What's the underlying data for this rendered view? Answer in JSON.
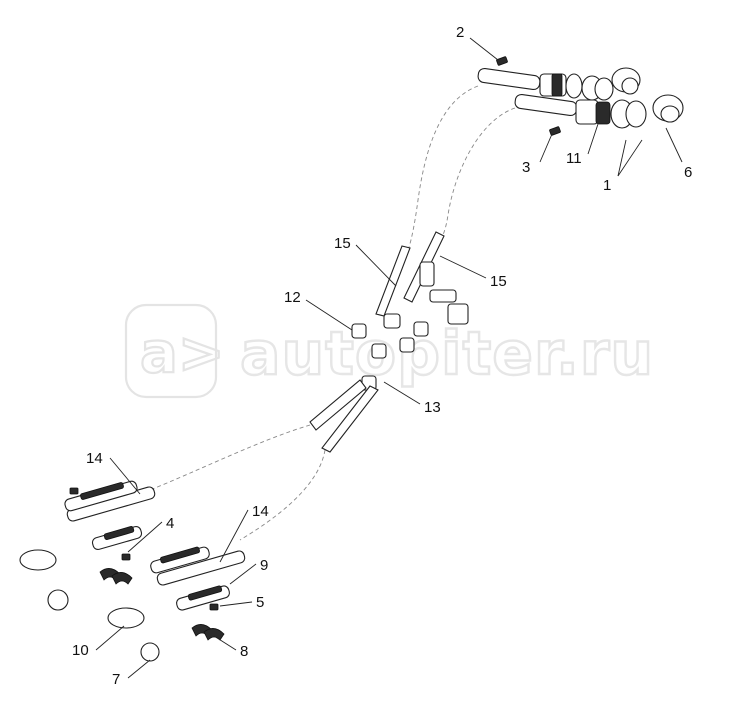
{
  "watermark": {
    "text": "autopiter.ru"
  },
  "callouts": [
    {
      "id": "c2",
      "text": "2"
    },
    {
      "id": "c3",
      "text": "3"
    },
    {
      "id": "c11",
      "text": "11"
    },
    {
      "id": "c1",
      "text": "1"
    },
    {
      "id": "c6",
      "text": "6"
    },
    {
      "id": "c15a",
      "text": "15"
    },
    {
      "id": "c15b",
      "text": "15"
    },
    {
      "id": "c12",
      "text": "12"
    },
    {
      "id": "c13",
      "text": "13"
    },
    {
      "id": "c14a",
      "text": "14"
    },
    {
      "id": "c4",
      "text": "4"
    },
    {
      "id": "c14b",
      "text": "14"
    },
    {
      "id": "c9",
      "text": "9"
    },
    {
      "id": "c5",
      "text": "5"
    },
    {
      "id": "c10",
      "text": "10"
    },
    {
      "id": "c8",
      "text": "8"
    },
    {
      "id": "c7",
      "text": "7"
    }
  ]
}
